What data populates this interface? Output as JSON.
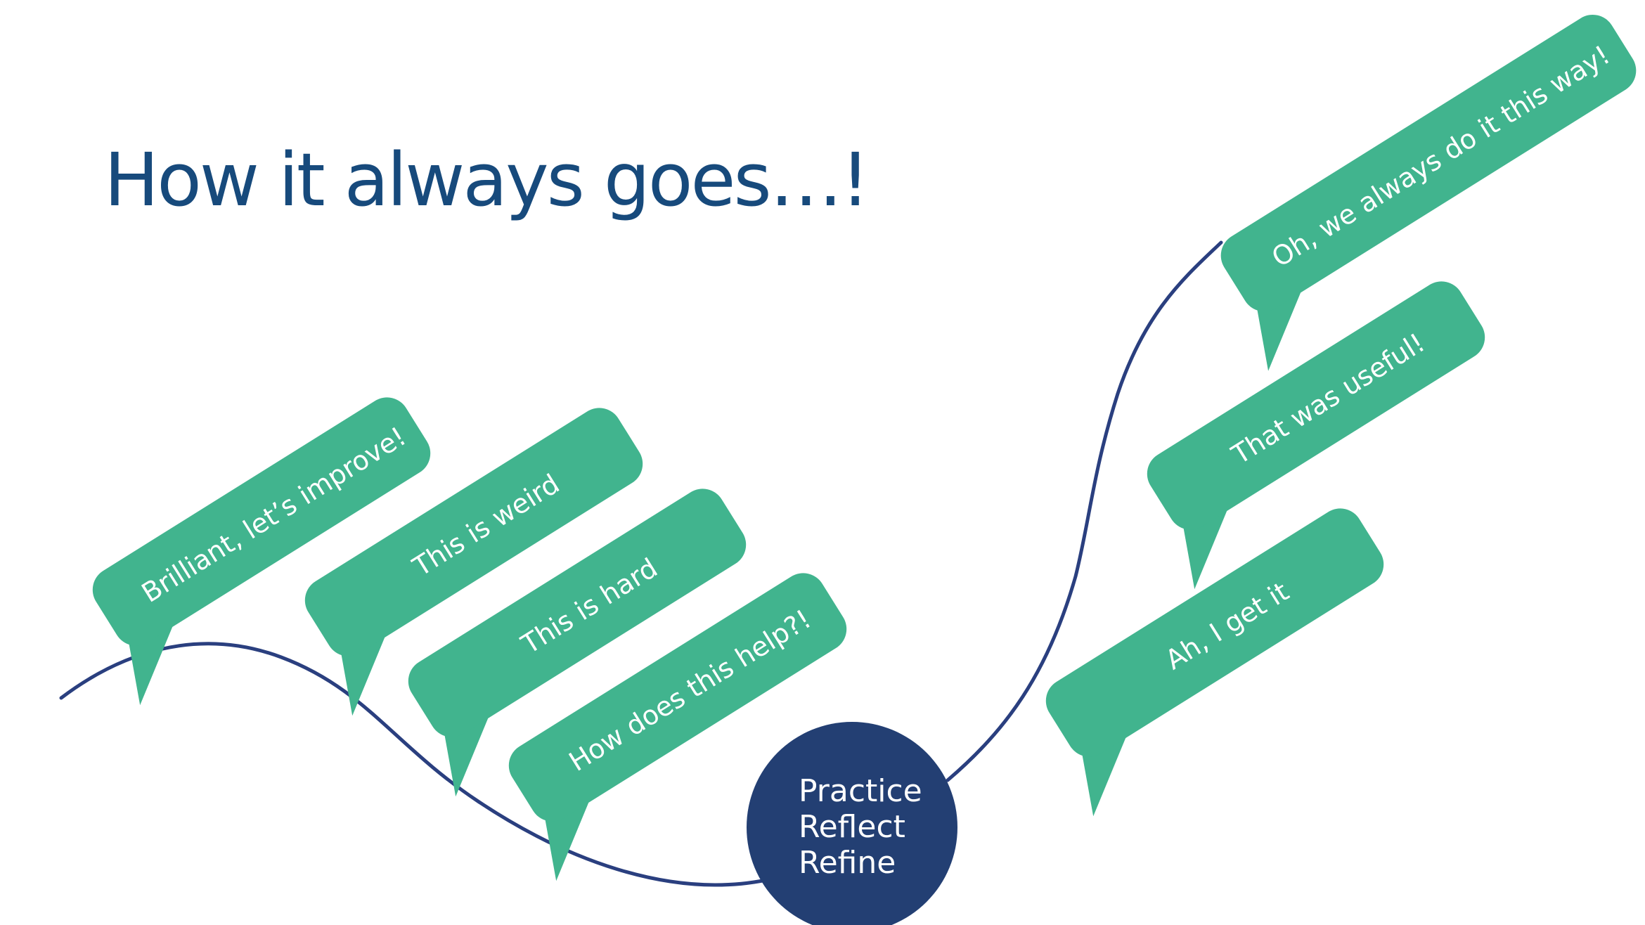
{
  "title": "How it always goes…!",
  "colors": {
    "title": "#174a7c",
    "bubble": "#41b48e",
    "circle": "#233f73",
    "curve": "#2a3f7f"
  },
  "bubbles": [
    {
      "text": "Brilliant, let’s improve!"
    },
    {
      "text": "This is weird"
    },
    {
      "text": "This is hard"
    },
    {
      "text": "How does this help?!"
    },
    {
      "text": "Oh, we always do it this way!"
    },
    {
      "text": "That was useful!"
    },
    {
      "text": "Ah, I get it"
    }
  ],
  "circle": {
    "lines": [
      "Practice",
      "Reflect",
      "Refine"
    ]
  }
}
